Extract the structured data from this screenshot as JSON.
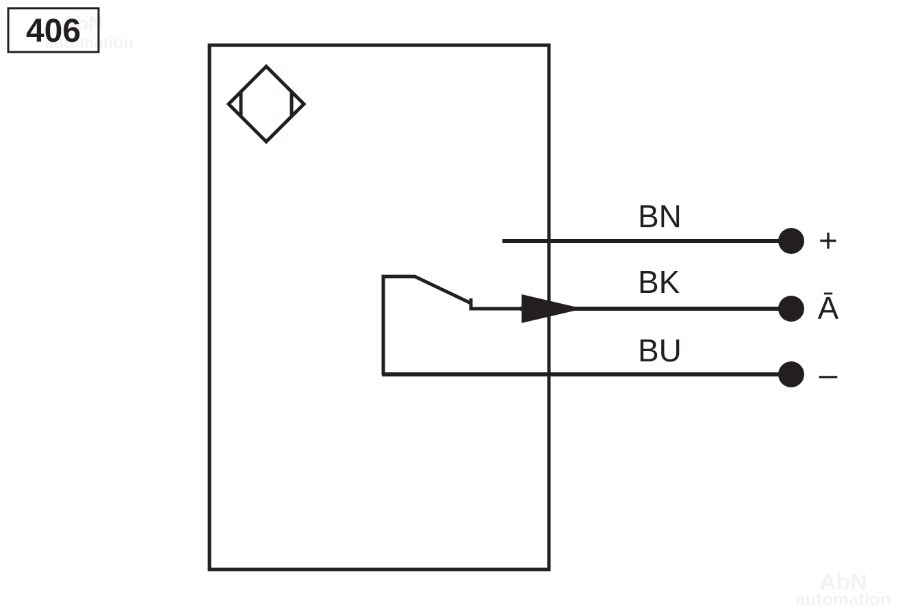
{
  "diagram_number": "406",
  "wires": [
    {
      "code": "BN",
      "terminal": "+"
    },
    {
      "code": "BK",
      "terminal": "Ā"
    },
    {
      "code": "BU",
      "terminal": "–"
    }
  ],
  "watermark": {
    "brand": "AbN",
    "sub": "automation"
  },
  "colors": {
    "line": "#231f20",
    "background": "#ffffff",
    "watermark": "#f3f3f3"
  },
  "icons": {
    "sensor_symbol": "inductive-sensor-icon",
    "switch_symbol": "switching-output-icon",
    "terminal_symbol": "terminal-dot-icon"
  }
}
